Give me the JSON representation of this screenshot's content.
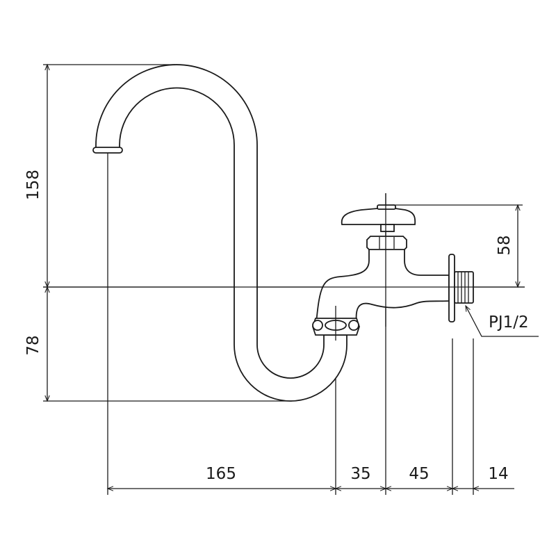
{
  "drawing": {
    "title": "S-type wall faucet dimension drawing",
    "dimensions": {
      "height_upper": "158",
      "height_lower": "78",
      "handle_height": "58",
      "spout_reach": "165",
      "outlet_offset": "35",
      "body_offset": "45",
      "thread_length": "14"
    },
    "thread_label": "PJ1/2",
    "line_color": "#1a1a1a"
  }
}
